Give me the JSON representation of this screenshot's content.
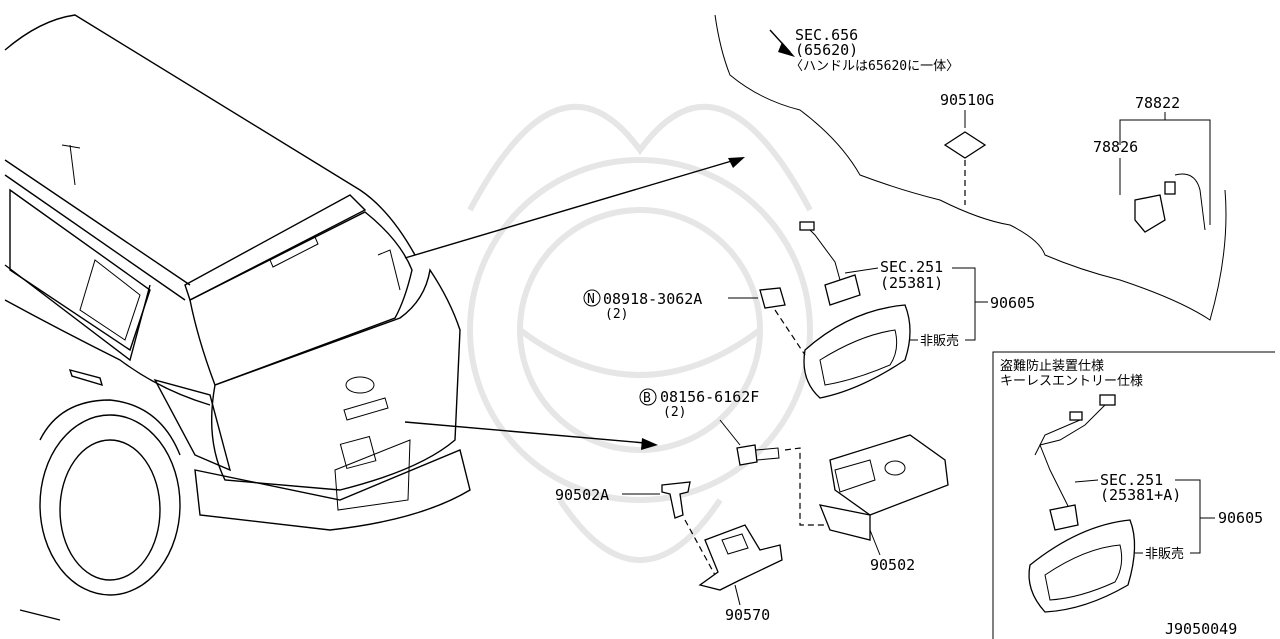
{
  "diagram": {
    "labels": {
      "sec656": "SEC.656",
      "sec656_sub": "(65620)",
      "sec656_note": "〈ハンドルは65620に一体〉",
      "p90510g": "90510G",
      "p78822": "78822",
      "p78826": "78826",
      "sec251": "SEC.251",
      "sec251_sub": "(25381)",
      "p90605": "90605",
      "hihanbai": "非販売",
      "nut_code": "08918-3062A",
      "nut_prefix": "N",
      "nut_qty": "(2)",
      "bolt_code": "08156-6162F",
      "bolt_prefix": "B",
      "bolt_qty": "(2)",
      "p90502a": "90502A",
      "p90502": "90502",
      "p90570": "90570",
      "inset_title1": "盗難防止装置仕様",
      "inset_title2": "キーレスエントリー仕様",
      "inset_sec251": "SEC.251",
      "inset_sec251_sub": "(25381+A)",
      "inset_90605": "90605",
      "inset_hihanbai": "非販売",
      "diagram_id": "J9050049"
    }
  }
}
